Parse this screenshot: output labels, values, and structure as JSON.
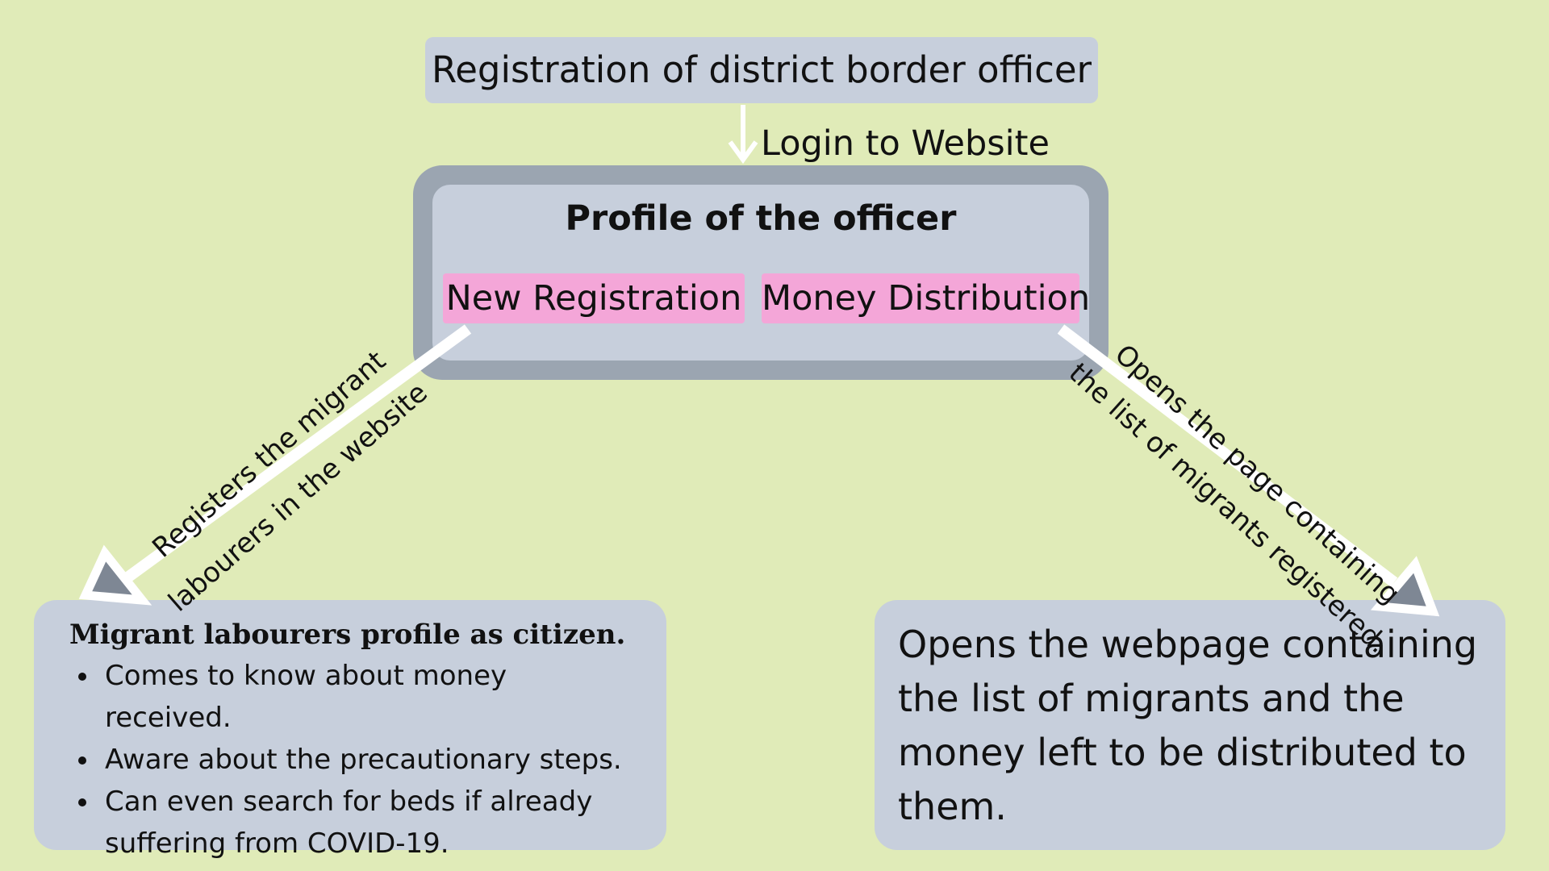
{
  "top_box": {
    "label": "Registration of district border officer"
  },
  "login_label": "Login to Website",
  "profile": {
    "title": "Profile of the officer",
    "buttons": {
      "new_registration": "New Registration",
      "money_distribution": "Money Distribution"
    }
  },
  "left_connector": {
    "line1": "Registers the migrant",
    "line2": "labourers in the website"
  },
  "right_connector": {
    "line1": "Opens the page containing",
    "line2": "the list of migrants registered."
  },
  "left_box": {
    "title": "Migrant labourers profile as citizen.",
    "items": [
      "Comes to know about money received.",
      "Aware about the precautionary steps.",
      "Can even search for beds if already suffering from COVID-19."
    ]
  },
  "right_box": {
    "text": "Opens the webpage containing the list of migrants and the money left to be distributed to them."
  },
  "colors": {
    "background": "#e0ebb8",
    "box_fill": "#c7cfdc",
    "profile_border": "#9ba5b1",
    "button_fill": "#f4a6d8",
    "arrow_head": "#7e8794",
    "connector": "#ffffff"
  }
}
